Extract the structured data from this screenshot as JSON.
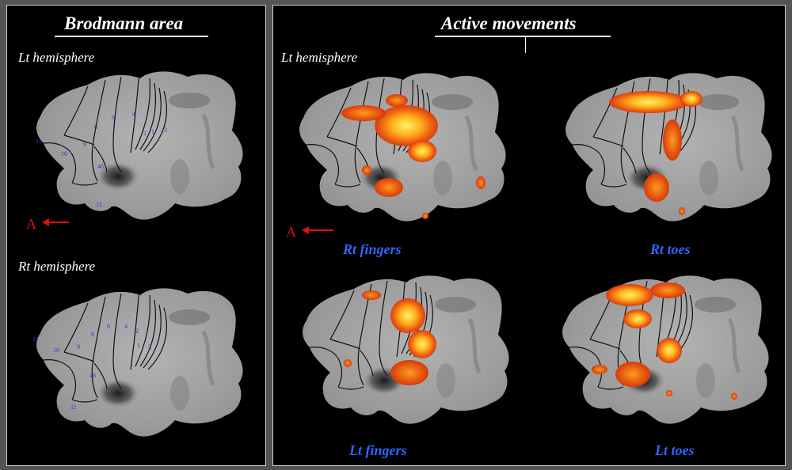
{
  "left_panel": {
    "title": "Brodmann area",
    "lt_label": "Lt hemisphere",
    "rt_label": "Rt hemisphere",
    "anterior_label": "A",
    "lt_areas": [
      "11",
      "10",
      "9",
      "8",
      "6",
      "4",
      "2",
      "1",
      "3",
      "46",
      "11"
    ],
    "rt_areas": [
      "11",
      "10",
      "9",
      "8",
      "6",
      "4",
      "2",
      "1",
      "3",
      "46",
      "11"
    ]
  },
  "right_panel": {
    "title": "Active movements",
    "lt_label": "Lt hemisphere",
    "anterior_label": "A",
    "conditions": [
      "Rt fingers",
      "Rt toes",
      "Lt fingers",
      "Lt toes"
    ]
  },
  "colors": {
    "background": "#545454",
    "panel": "#000000",
    "cortex": "#9a9a9a",
    "activation_low": "#e0400a",
    "activation_mid": "#ff8c1a",
    "activation_high": "#ffe94a",
    "area_label": "#2838d8",
    "condition_label": "#2f66ff",
    "anterior_arrow": "#e01010"
  }
}
